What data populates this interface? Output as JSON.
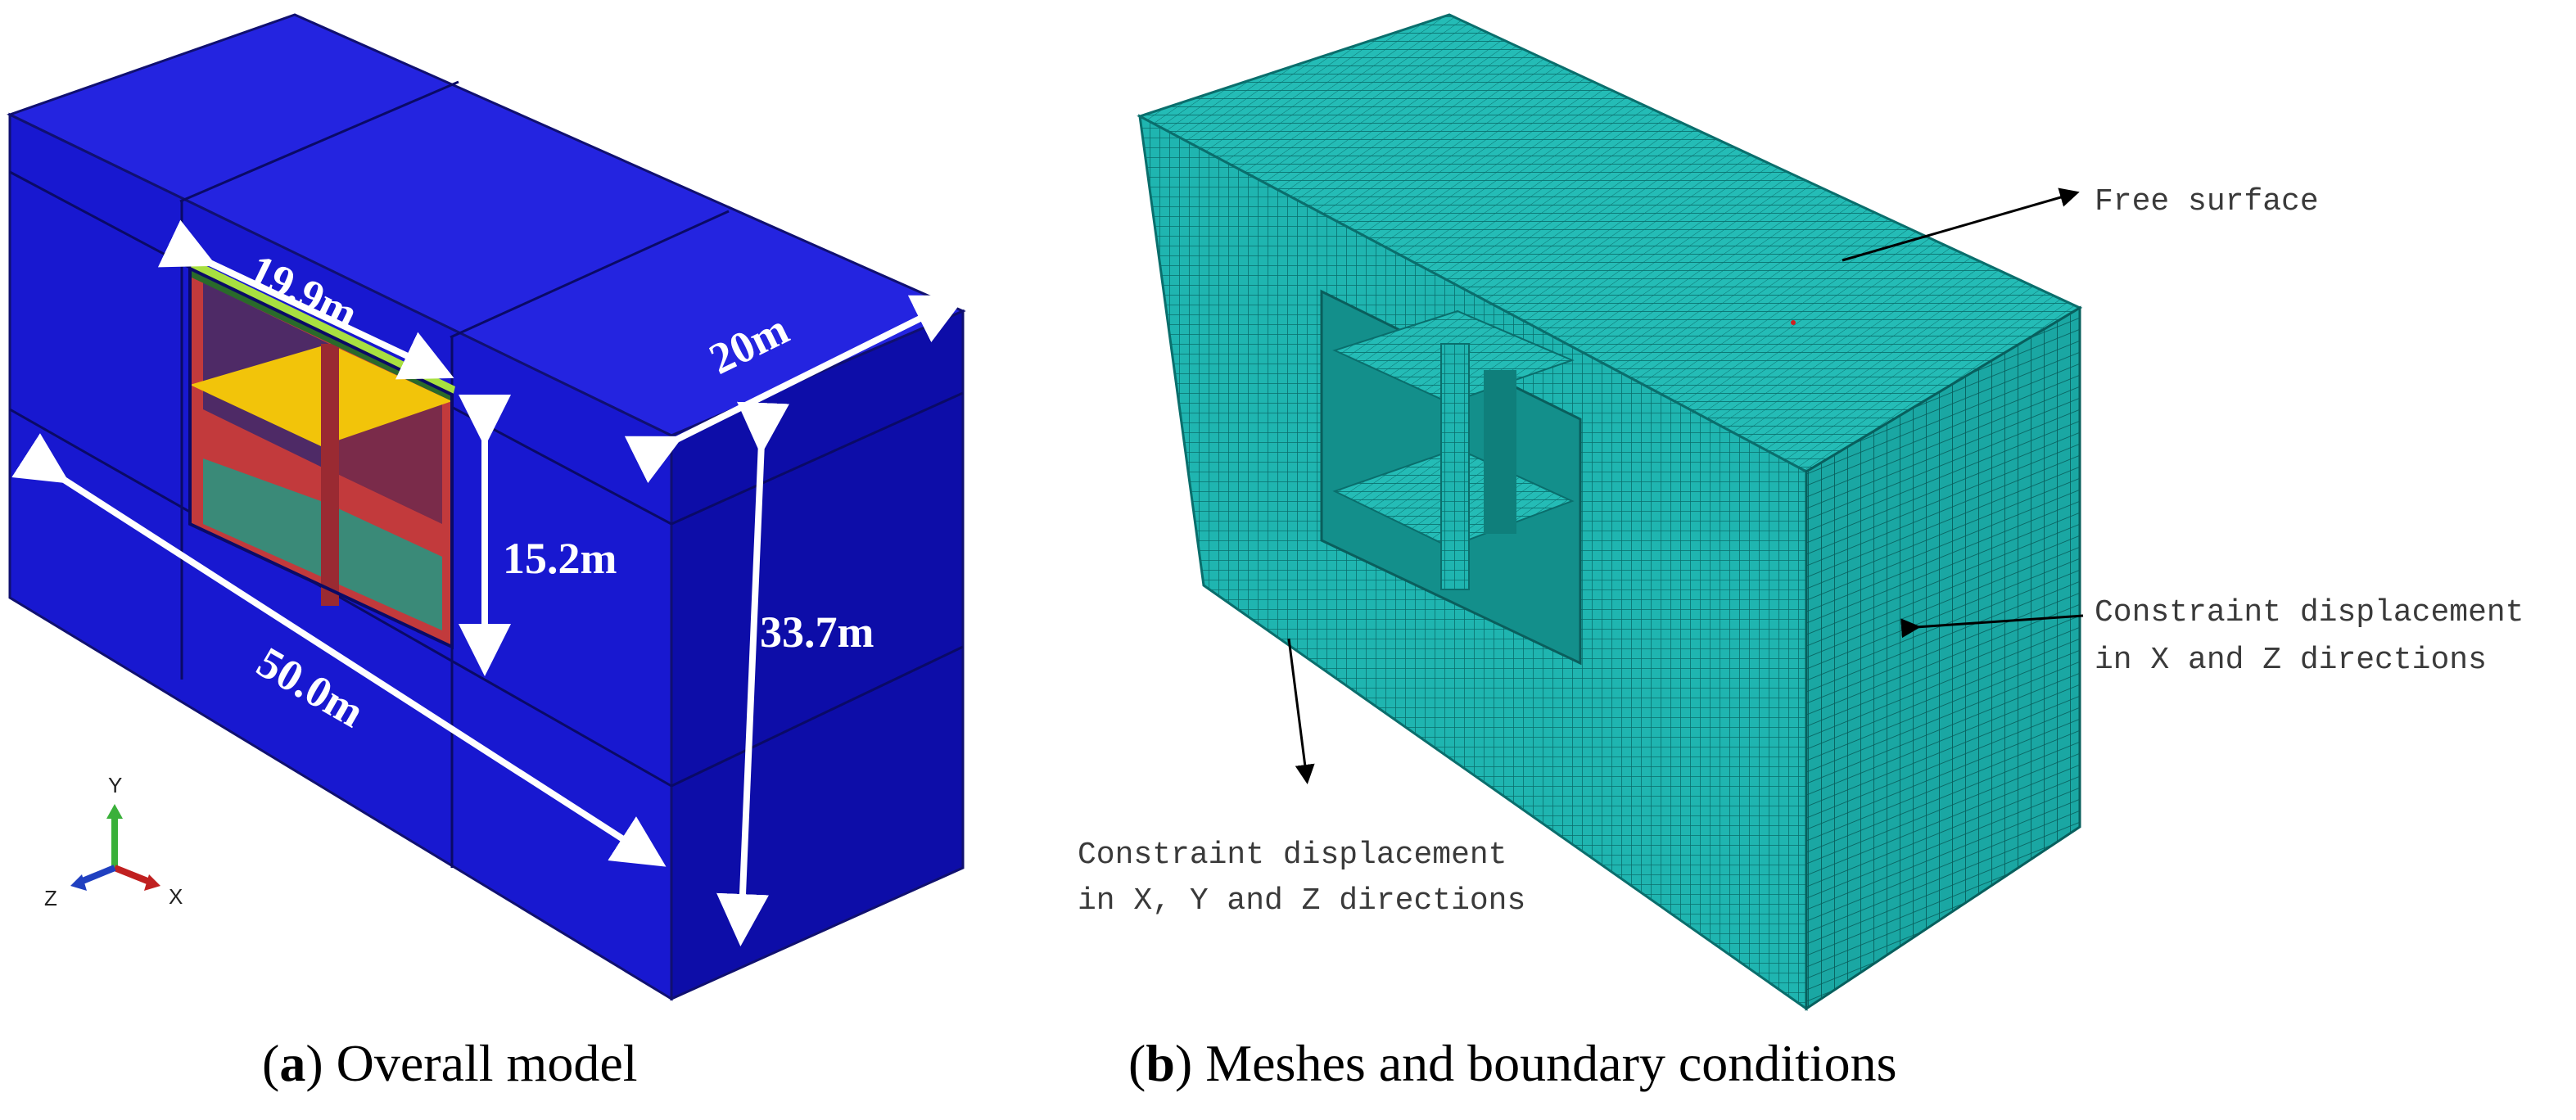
{
  "panel_a": {
    "dimensions": {
      "width_top": "19.9m",
      "depth": "20m",
      "height_inner": "15.2m",
      "length": "50.0m",
      "height_total": "33.7m"
    },
    "axes": {
      "y": "Y",
      "z": "Z",
      "x": "X"
    },
    "caption_letter": "a",
    "caption_text": "Overall model",
    "colors": {
      "soil": "#1414d2",
      "slab": "#f2c40a",
      "wall": "#b4323c",
      "floor": "#3a8a78",
      "beam": "#a8e040"
    }
  },
  "panel_b": {
    "labels": {
      "free_surface": "Free surface",
      "constraint_xz_line1": "Constraint displacement",
      "constraint_xz_line2": "in X and Z directions",
      "constraint_xyz_line1": "Constraint displacement",
      "constraint_xyz_line2": "in X, Y and Z directions"
    },
    "caption_letter": "b",
    "caption_text": "Meshes and boundary conditions",
    "colors": {
      "mesh": "#1fb5b0",
      "mesh_line": "#0a6e6c"
    }
  }
}
